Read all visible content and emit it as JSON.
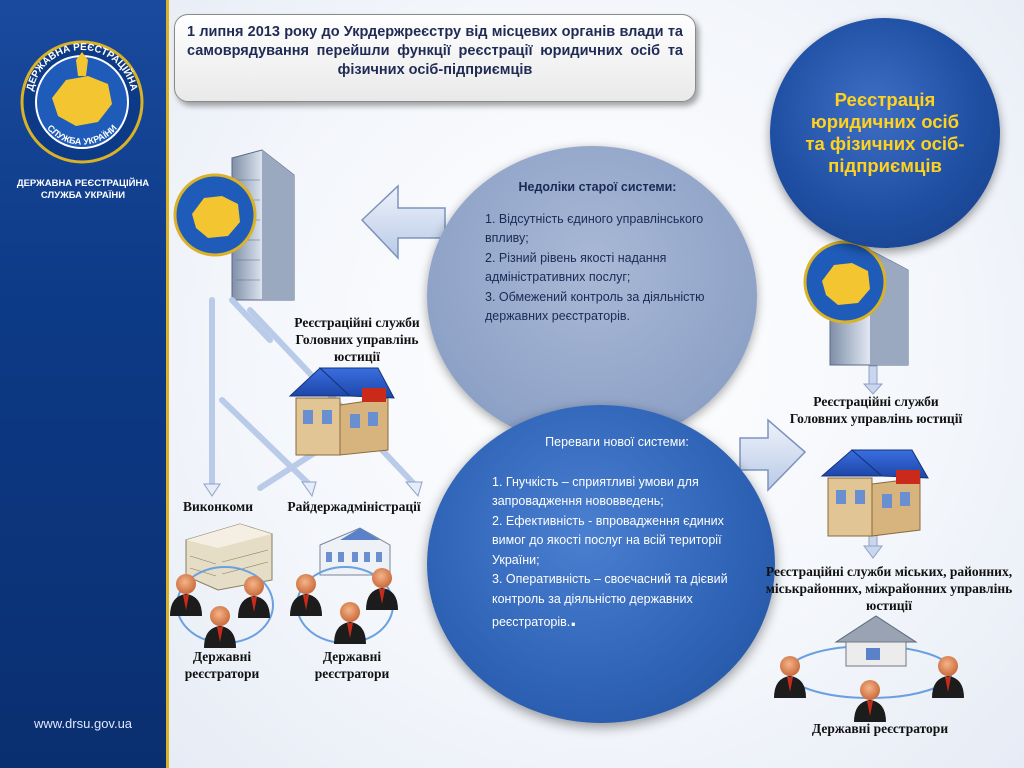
{
  "sidebar": {
    "brand_text": "ДЕРЖАВНА РЕЄСТРАЦІЙНА СЛУЖБА УКРАЇНИ",
    "website": "www.drsu.gov.ua",
    "emblem_top_text": "ДЕРЖАВНА  РЕЄСТРАЦІЙНА",
    "emblem_bottom_text": "СЛУЖБА УКРАЇНИ"
  },
  "banner": {
    "text": "1 липня 2013 року до Укрдержреєстру від місцевих органів влади та самоврядування перейшли функції реєстрації юридичних осіб та фізичних осіб-підприємців"
  },
  "title_circle": {
    "text": "Реєстрація юридичних осіб та фізичних осіб-підприємців"
  },
  "old_system": {
    "heading": "Недоліки старої системи:",
    "items": [
      "1. Відсутність єдиного управлінського впливу;",
      "2. Різний рівень якості надання адміністративних послуг;",
      "3. Обмежений контроль за діяльністю державних реєстраторів."
    ]
  },
  "new_system": {
    "heading": "Переваги нової системи:",
    "items": [
      "1.  Гнучкість – сприятливі умови для запровадження нововведень;",
      "2.  Ефективність - впровадження єдиних вимог до якості послуг на всій території України;",
      "3. Оперативність – своєчасний та дієвий  контроль за діяльністю державних реєстраторів."
    ],
    "final_mark": "."
  },
  "left_diagram": {
    "reg_services": "Реєстраційні служби Головних управлінь юстиції",
    "executive_committees": "Виконкоми",
    "district_admins": "Райдержадміністрації",
    "registrars_left": "Державні реєстратори",
    "registrars_right": "Державні реєстратори"
  },
  "right_diagram": {
    "reg_services": "Реєстраційні служби Головних управлінь юстиції",
    "city_services": "Реєстраційні служби міських, районних, міськрайонних, міжрайонних управлінь юстиції",
    "registrars": "Державні реєстратори"
  },
  "colors": {
    "sidebar_blue": "#0d3a86",
    "gold": "#ffd21f",
    "old_circle": "#8ea2c7",
    "new_circle": "#2e62b5",
    "arrow": "#c9d6ee"
  }
}
